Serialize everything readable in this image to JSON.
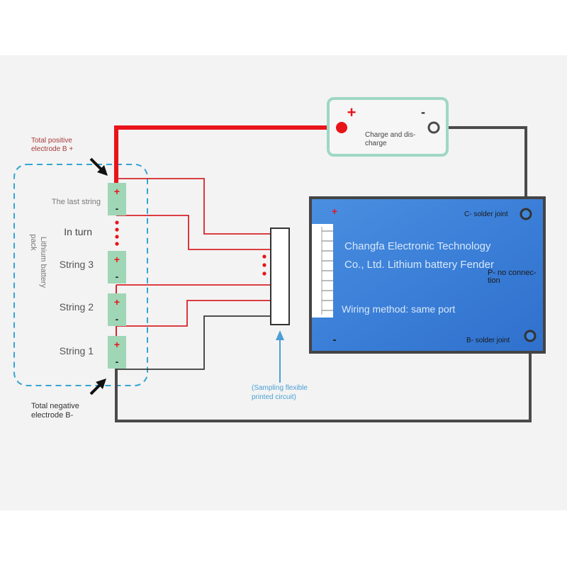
{
  "diagram": {
    "total_positive_label_line1": "Total positive",
    "total_positive_label_line2": "electrode B +",
    "total_negative_label_line1": "Total negative",
    "total_negative_label_line2": "electrode B-",
    "pack_label_line1": "Lithium battery",
    "pack_label_line2": "pack",
    "cells": [
      {
        "label": "The last string",
        "plus": "+",
        "minus": "-"
      },
      {
        "label": "In turn"
      },
      {
        "label": "String 3",
        "plus": "+",
        "minus": "-"
      },
      {
        "label": "String 2",
        "plus": "+",
        "minus": "-"
      },
      {
        "label": "String 1",
        "plus": "+",
        "minus": "-"
      }
    ],
    "load": {
      "plus": "+",
      "minus": "-",
      "label_line1": "Charge and dis-",
      "label_line2": "charge"
    },
    "board": {
      "plus": "+",
      "minus": "-",
      "c_joint": "C- solder joint",
      "b_joint": "B- solder joint",
      "title_line1": "Changfa Electronic Technology",
      "title_line2": "Co., Ltd. Lithium battery Fender",
      "p_label_line1": "P- no connec-",
      "p_label_line2": "tion",
      "wiring": "Wiring method: same port"
    },
    "sampling_label_line1": "(Sampling flexible",
    "sampling_label_line2": "printed circuit)",
    "colors": {
      "positive_wire": "#e8141a",
      "sense_wire": "#d8242a",
      "negative_wire": "#4a4a4a",
      "cell_fill": "#9fd6b6",
      "board_fill": "#3f86dc",
      "pack_outline": "#35a4d4",
      "load_outline": "#9ed7c4",
      "arrow_blue": "#4a9fd6"
    }
  }
}
